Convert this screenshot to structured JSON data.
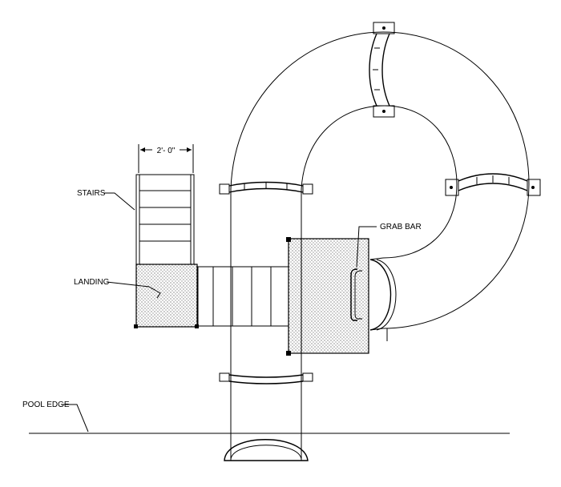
{
  "diagram": {
    "labels": {
      "dimension": "2'- 0\"",
      "stairs": "STAIRS",
      "landing": "LANDING",
      "grab_bar": "GRAB BAR",
      "pool_edge": "POOL EDGE"
    },
    "colors": {
      "line": "#000000",
      "background": "#ffffff",
      "stipple": "#000000"
    }
  }
}
